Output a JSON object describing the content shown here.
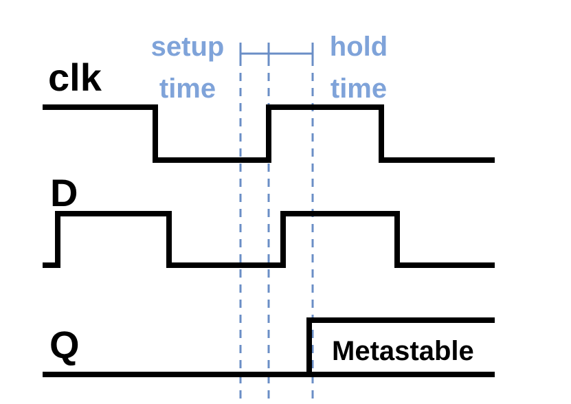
{
  "colors": {
    "accent": "#7fa3d9",
    "guide": "#6a8ec6",
    "signal": "#000000"
  },
  "signals": {
    "clk": {
      "label": "clk",
      "levels": [
        "high",
        "low",
        "high",
        "low"
      ]
    },
    "d": {
      "label": "D",
      "levels": [
        "low",
        "high",
        "low",
        "high",
        "low"
      ]
    },
    "q": {
      "label": "Q",
      "levels": [
        "low",
        "metastable"
      ]
    }
  },
  "annotations": {
    "setup_line1": "setup",
    "setup_line2": "time",
    "hold_line1": "hold",
    "hold_line2": "time",
    "metastable": "Metastable"
  }
}
